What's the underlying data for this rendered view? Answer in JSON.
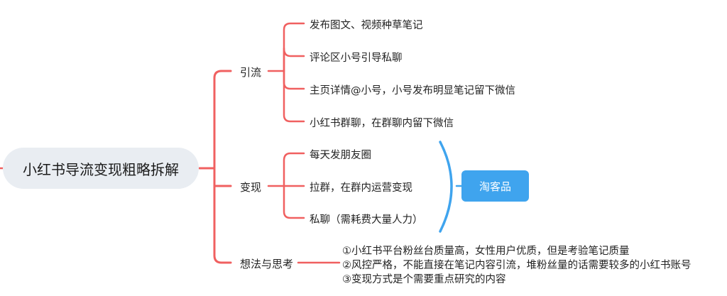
{
  "root": {
    "label": "小红书导流变现粗略拆解"
  },
  "branches": [
    {
      "label": "引流",
      "children": [
        "发布图文、视频种草笔记",
        "评论区小号引导私聊",
        "主页详情@小号，小号发布明显笔记留下微信",
        "小红书群聊，在群聊内留下微信"
      ]
    },
    {
      "label": "变现",
      "children": [
        "每天发朋友圈",
        "拉群，在群内运营变现",
        "私聊（需耗费大量人力）"
      ],
      "summary": "淘客品"
    },
    {
      "label": "想法与思考",
      "notes": [
        "①小红书平台粉丝台质量高，女性用户优质，但是考验笔记质量",
        "②风控严格，不能直接在笔记内容引流，堆粉丝量的话需要较多的小红书账号",
        "③变现方式是个需要重点研究的内容"
      ]
    }
  ],
  "colors": {
    "connector": "#f06060",
    "brace": "#3fa4ee",
    "root_bg": "#e9edf2",
    "tag_bg": "#3fa4ee"
  }
}
